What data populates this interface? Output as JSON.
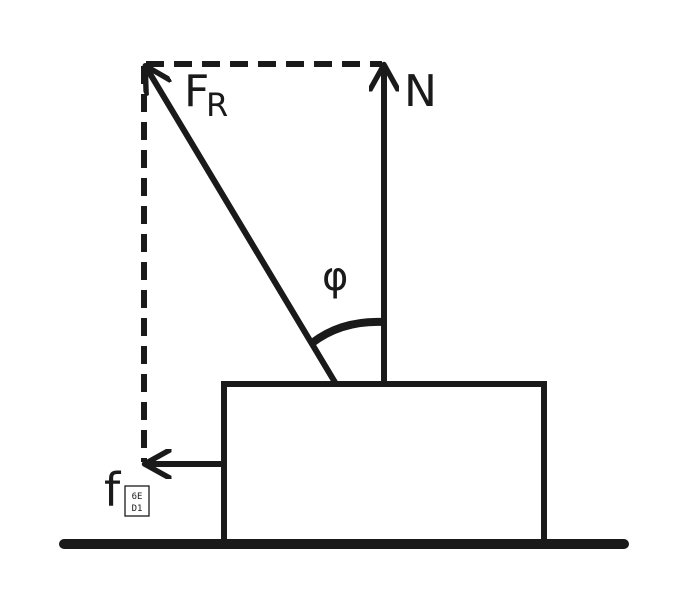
{
  "labels": {
    "resultant_force": "F",
    "resultant_force_subscript": "R",
    "normal_force": "N",
    "angle": "φ",
    "friction_force": "f",
    "friction_subscript_glyph": [
      "6E",
      "D1"
    ]
  },
  "colors": {
    "ink": "#1a1a1a",
    "background": "#ffffff"
  }
}
